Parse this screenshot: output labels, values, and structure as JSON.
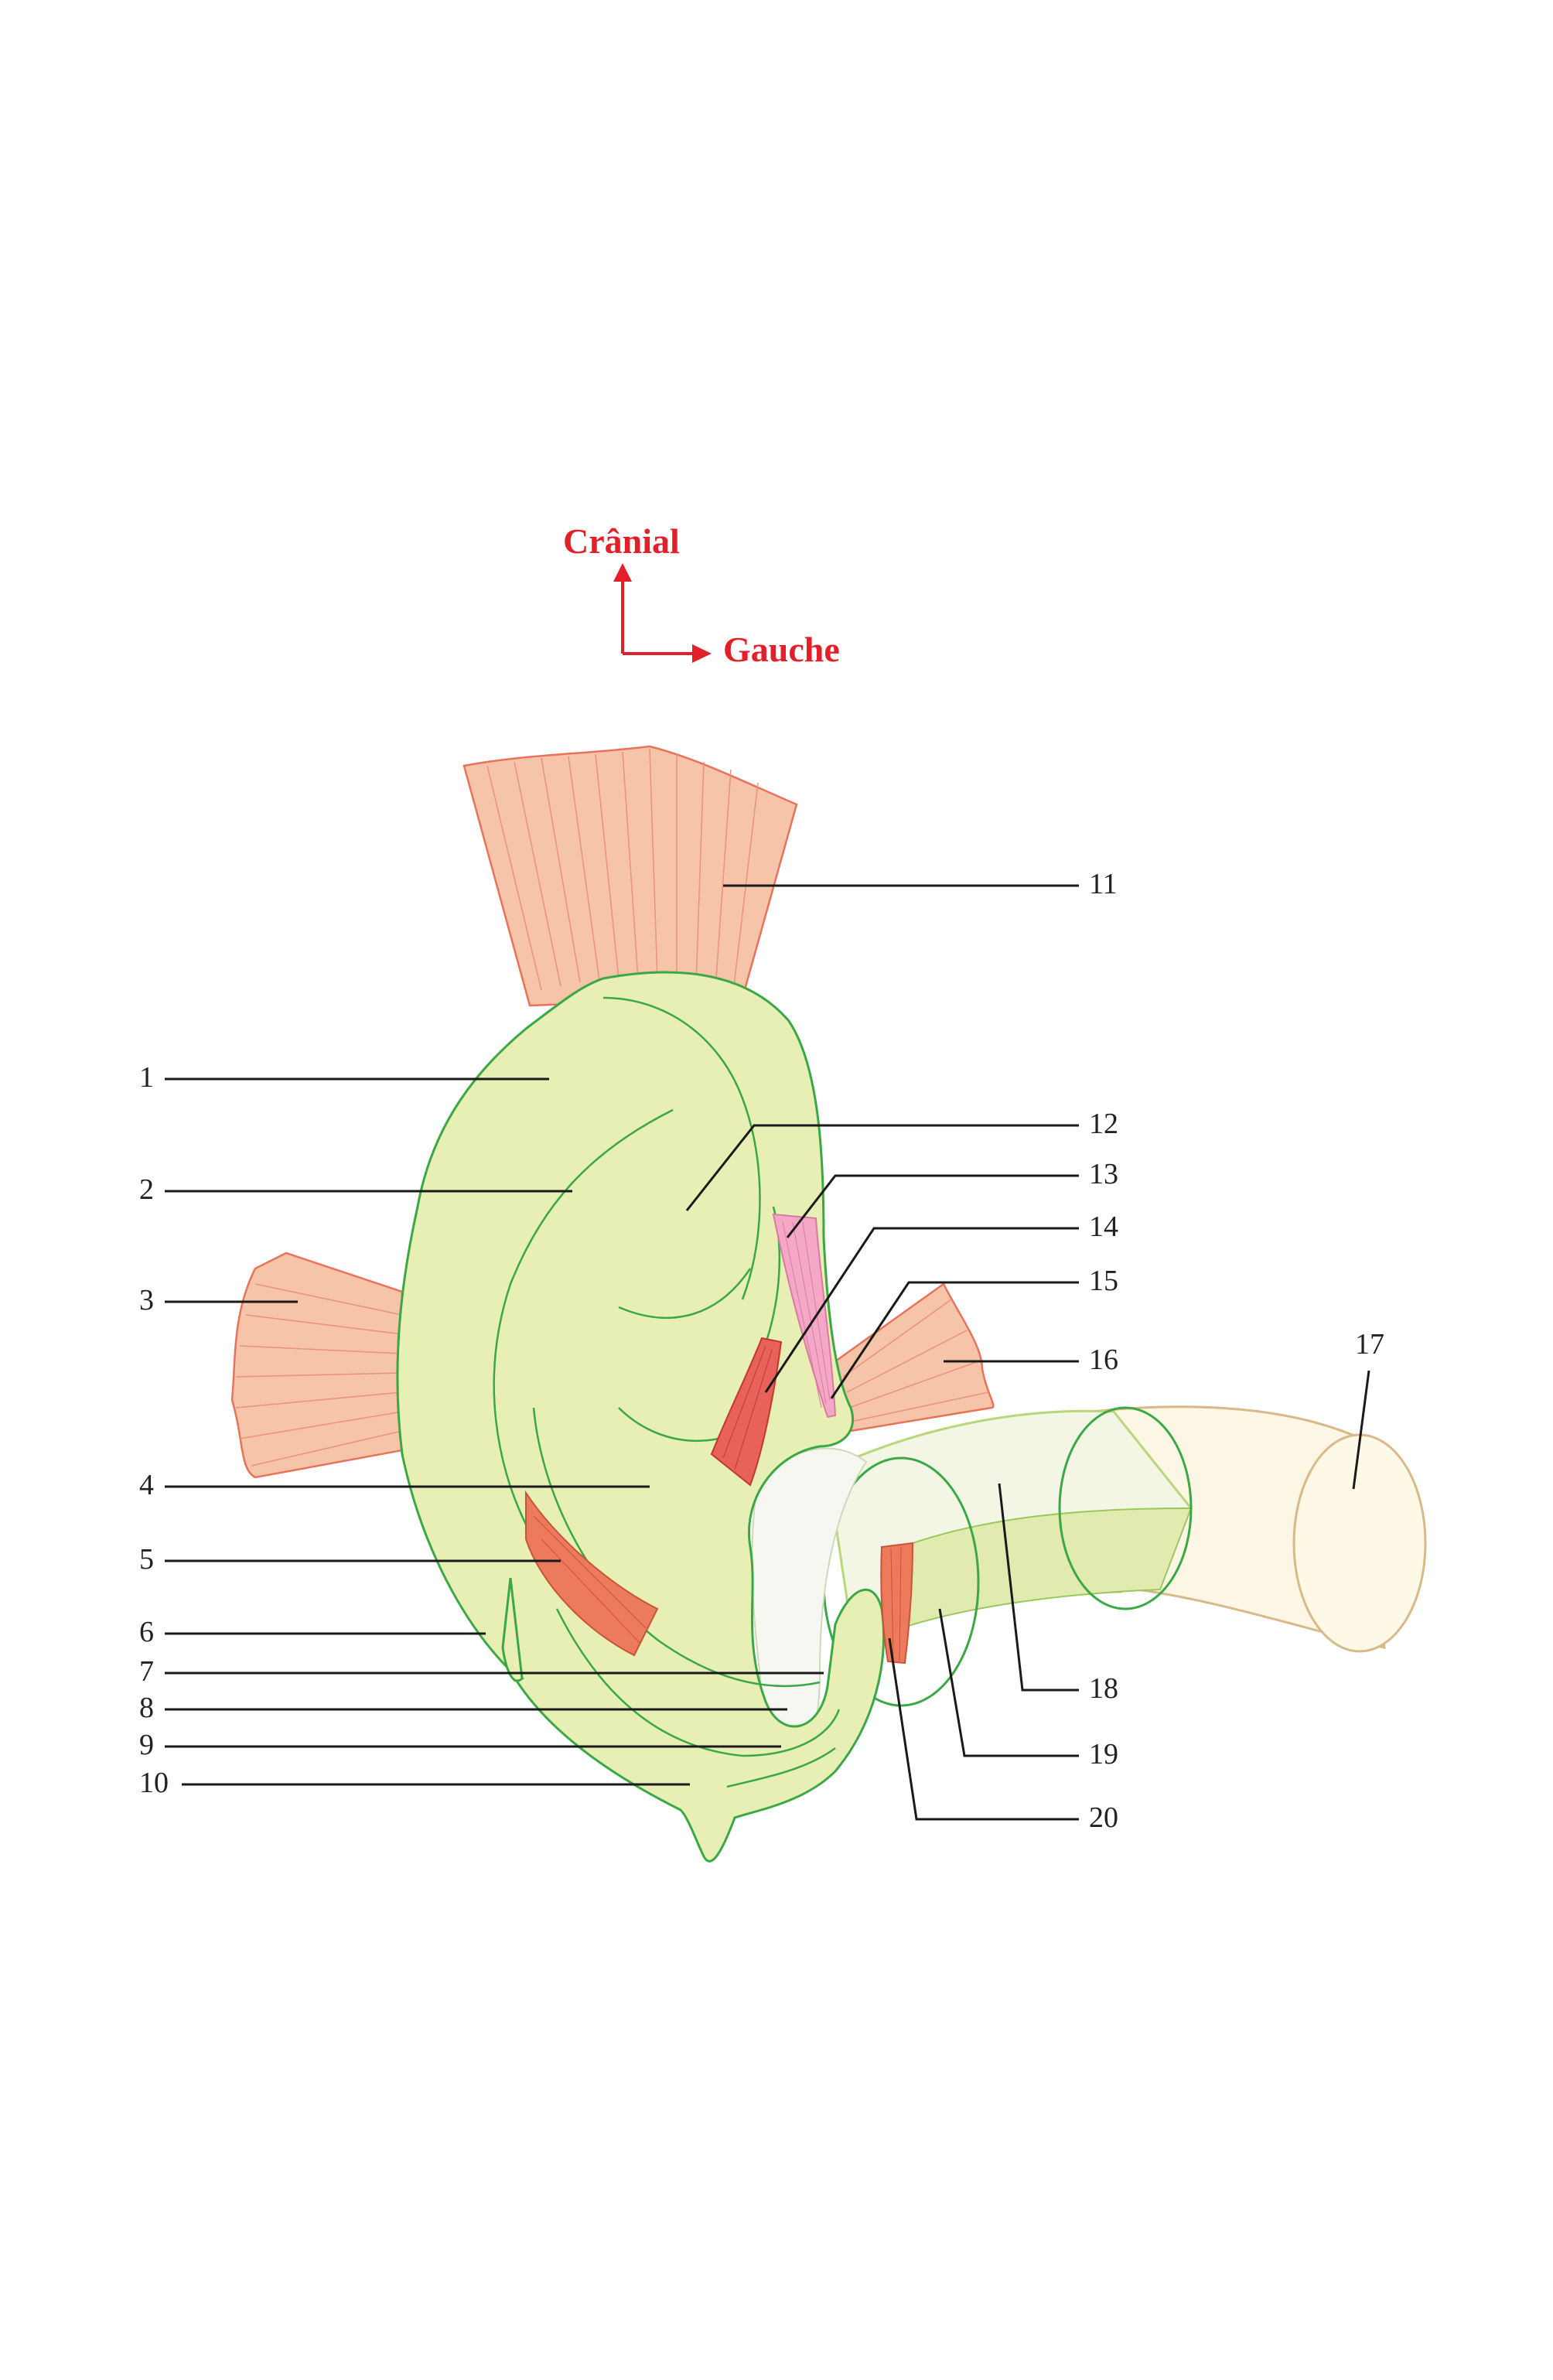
{
  "orientation": {
    "cranial_label": "Crânial",
    "left_label": "Gauche",
    "arrow_color": "#e3202a"
  },
  "labels": [
    "1",
    "2",
    "3",
    "4",
    "5",
    "6",
    "7",
    "8",
    "9",
    "10",
    "11",
    "12",
    "13",
    "14",
    "15",
    "16",
    "17",
    "18",
    "19",
    "20"
  ],
  "colors": {
    "body_fill": "#e8efb4",
    "body_stroke": "#3aa845",
    "fin_fill": "#f6c4a8",
    "fin_stroke": "#e8735a",
    "muscle_red": "#e8615a",
    "muscle_orange": "#ec7a5c",
    "muscle_pink": "#f5a8c6",
    "tube_fill": "#f3f6e4",
    "tube_far_fill": "#fbf7e4",
    "tube_far_stroke": "#d8b98a",
    "membrane_fill": "#f7f7f2"
  }
}
